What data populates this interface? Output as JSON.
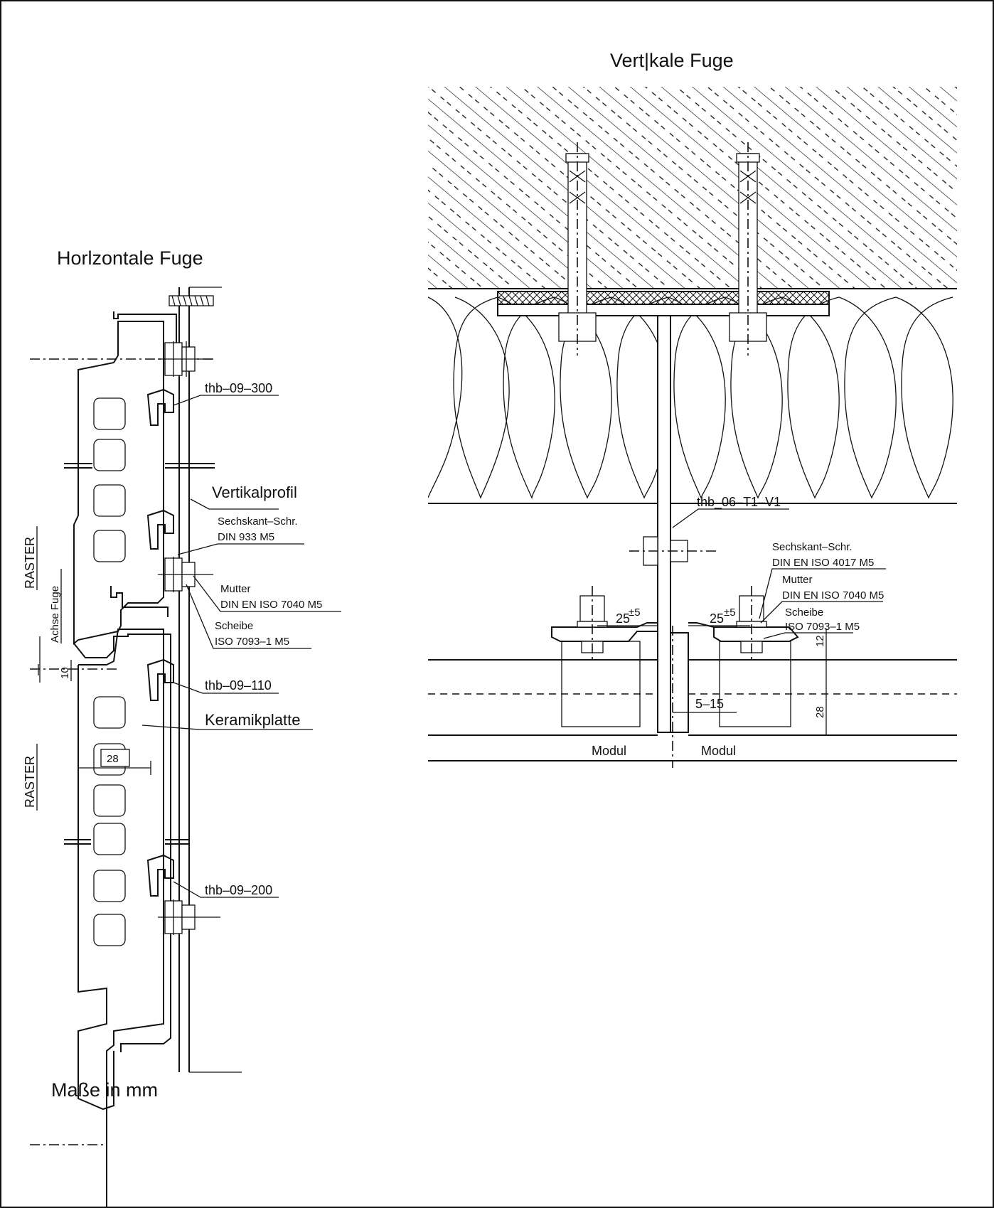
{
  "titles": {
    "horizontal": "Horlzontale Fuge",
    "vertical": "Vert|kale Fuge",
    "units": "Maße in mm"
  },
  "horizontal_labels": {
    "thb_300": "thb–09–300",
    "vertikalprofil": "Vertikalprofil",
    "sechskant": "Sechskant–Schr.",
    "din933": "DIN 933 M5",
    "mutter": "Mutter",
    "din7040": "DIN EN ISO 7040 M5",
    "scheibe": "Scheibe",
    "iso7093": "ISO 7093–1 M5",
    "thb_110": "thb–09–110",
    "keramikplatte": "Keramikplatte",
    "dim_28": "28",
    "dim_10": "10",
    "raster": "RASTER",
    "achse_fuge": "Achse Fuge",
    "thb_200": "thb–09–200"
  },
  "vertical_labels": {
    "thb_06": "thb_06–T1–V1",
    "sechskant": "Sechskant–Schr.",
    "din4017": "DIN EN ISO 4017 M5",
    "mutter": "Mutter",
    "din7040": "DIN EN ISO 7040 M5",
    "scheibe": "Scheibe",
    "iso7093": "ISO 7093–1 M5",
    "dim_25_left": "25",
    "dim_25_right": "25",
    "tol": "±5",
    "dim_12": "12",
    "dim_28": "28",
    "dim_5_15": "5–15",
    "modul_left": "Modul",
    "modul_right": "Modul"
  }
}
